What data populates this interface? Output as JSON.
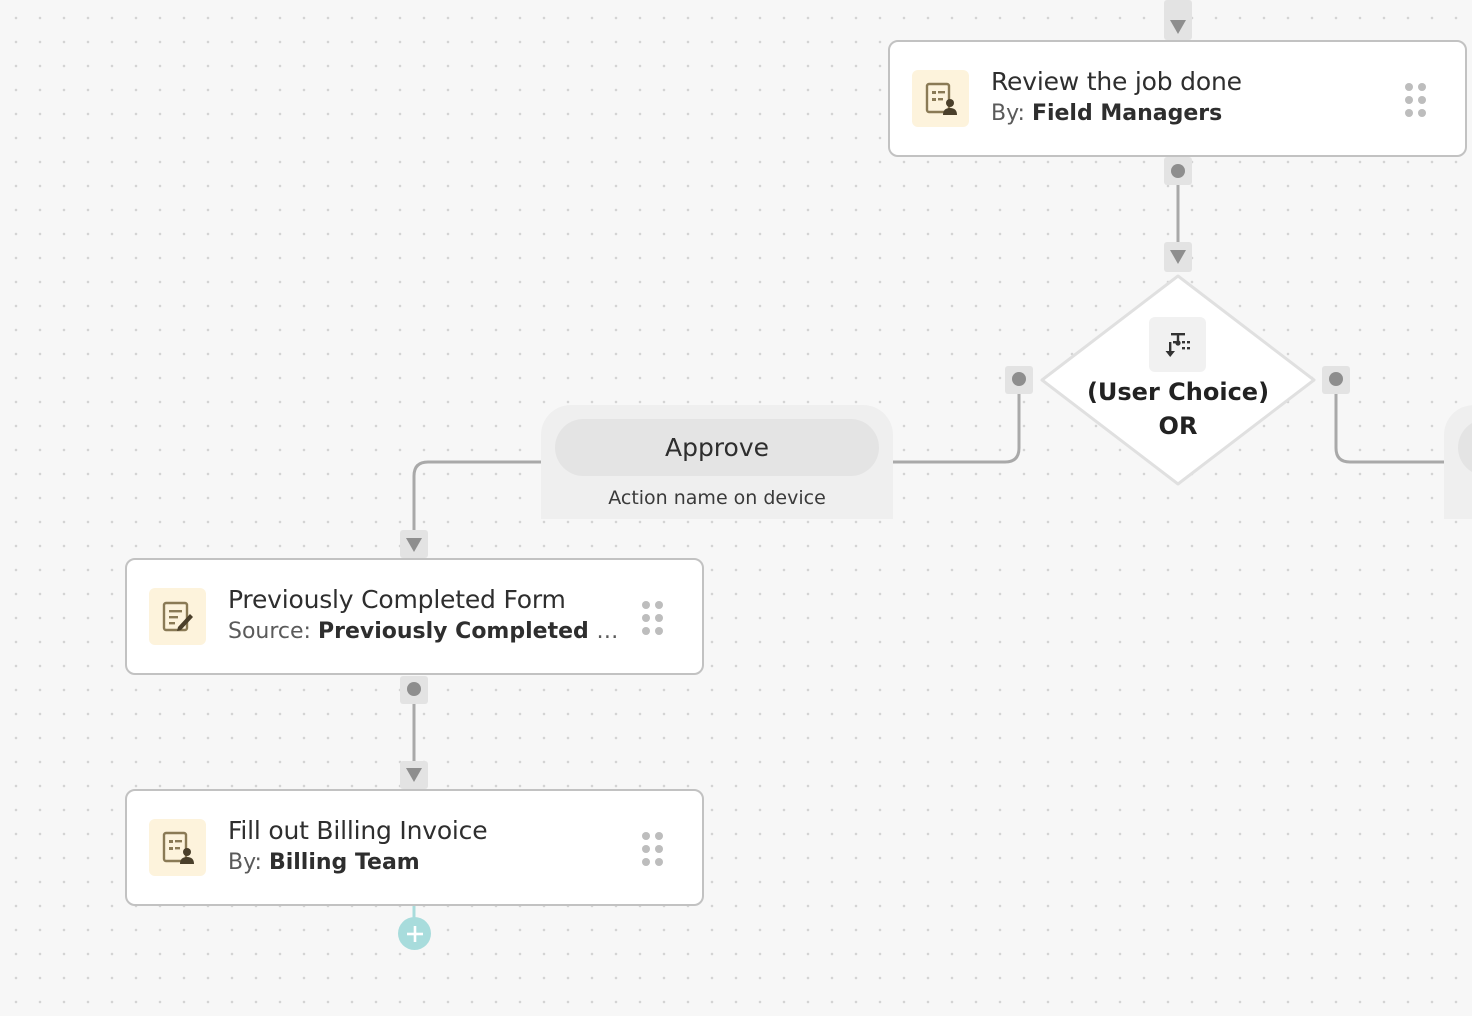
{
  "nodes": {
    "review": {
      "title": "Review the job done",
      "sub_label": "By:",
      "sub_value": "Field Managers",
      "icon": "assigned-form-icon"
    },
    "previous_form": {
      "title": "Previously Completed Form",
      "sub_label": "Source:",
      "sub_value": "Previously Completed For...",
      "icon": "form-edit-icon"
    },
    "billing": {
      "title": "Fill out Billing Invoice",
      "sub_label": "By:",
      "sub_value": "Billing Team",
      "icon": "assigned-form-icon"
    }
  },
  "decision": {
    "line1": "(User Choice)",
    "line2": "OR",
    "icon": "branch-split-icon"
  },
  "branch": {
    "label": "Approve",
    "caption": "Action name on device"
  },
  "colors": {
    "icon_bg": "#fdf3dc",
    "icon_fg": "#8a7a55",
    "connector": "#a9a9a9",
    "add_button": "#a8dcdc"
  }
}
